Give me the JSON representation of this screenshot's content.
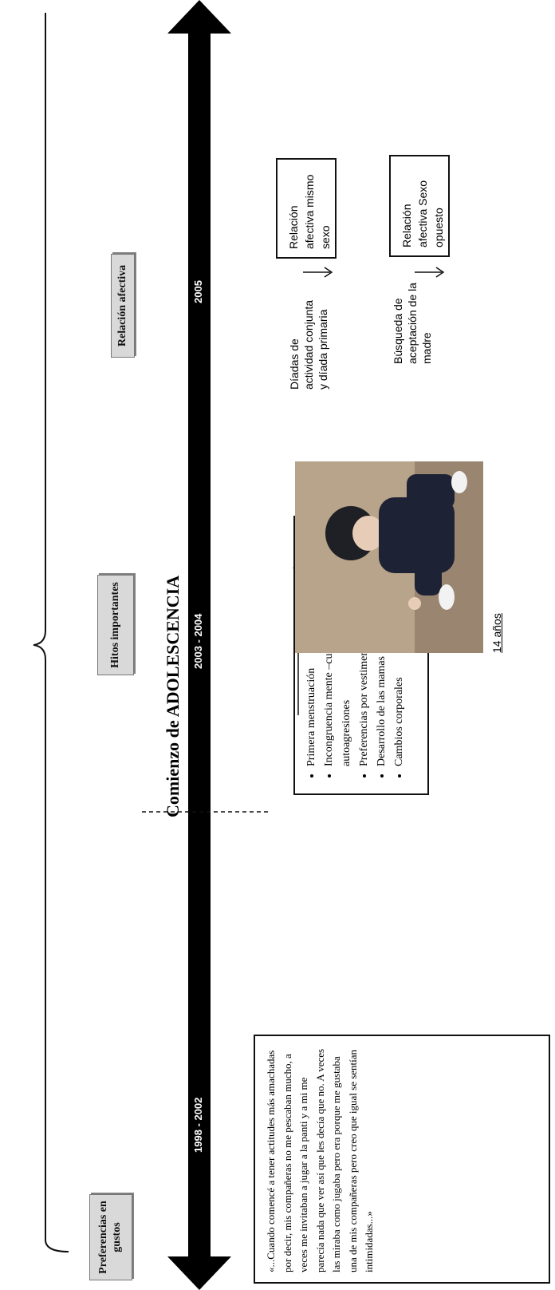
{
  "timeline": {
    "period_1": "1998 - 2002",
    "period_2": "2003 - 2004",
    "period_3": "2005"
  },
  "category_boxes": {
    "preferencias": "Preferencias en gustos",
    "hitos": "Hitos importantes",
    "relacion": "Relación afectiva"
  },
  "heading": {
    "adolescencia": "Comienzo de ADOLESCENCIA"
  },
  "quote": {
    "text": "«...Cuando comencé a tener actitudes más amachadas por decir, mis compañeras no me pescaban mucho, a veces me invitaban a jugar a la panti y a mi me parecía nada que ver así que les decía que no. A veces las miraba como jugaba pero era porque me gustaba una de mis compañeras pero creo que igual se sentían intimidadas...»"
  },
  "milestones": {
    "items": [
      "Primera menstruación",
      "Incongruencia mente –cuerpo acompañada de autoagresiones",
      "Preferencias por vestimenta masculina",
      "Desarrollo de las mamas",
      "Cambios corporales"
    ]
  },
  "photo": {
    "caption": "14 años"
  },
  "relationships": {
    "dyads_label": "Díadas de actividad conjunta y díada primaria",
    "same_sex_box": "Relación afectiva mismo sexo",
    "mother_label": "Búsqueda de aceptación de la madre",
    "opposite_sex_box": "Relación afectiva Sexo opuesto"
  }
}
